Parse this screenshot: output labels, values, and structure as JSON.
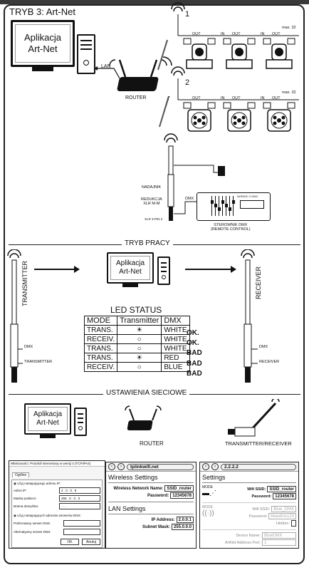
{
  "title": "TRYB 3: Art-Net",
  "app_label": "Aplikacja\nArt-Net",
  "lan_label": "LAN",
  "router_label": "ROUTER",
  "chain_numbers": [
    "1",
    "2"
  ],
  "out_label": "OUT",
  "in_label": "IN",
  "max_label": "max. 32",
  "transmitter_notes": [
    "NADAJNIK",
    "REDUKCJA\nXLR M-M",
    "XLR 3-PIN 2"
  ],
  "dmx_label": "DMX",
  "controller_label": "STEROWNIK DMX\n(REMOTE CONTROL)",
  "controller_brand": "NORDIC 2 DMX",
  "section_tryb": "TRYB PRACY",
  "transmitter_vertical": "TRANSMITTER",
  "receiver_vertical": "RECEIVER",
  "led_status": {
    "title": "LED STATUS",
    "headers": [
      "MODE",
      "Transmitter",
      "DMX"
    ],
    "rows": [
      {
        "mode": "TRANS.",
        "icon": "sun",
        "dmx": "WHITE",
        "status": "OK."
      },
      {
        "mode": "RECEIV.",
        "icon": "ring",
        "dmx": "WHITE",
        "status": "OK."
      },
      {
        "mode": "TRANS.",
        "icon": "ring",
        "dmx": "WHITE",
        "status": "BAD"
      },
      {
        "mode": "TRANS.",
        "icon": "sun",
        "dmx": "RED",
        "status": "BAD"
      },
      {
        "mode": "RECEIV.",
        "icon": "ring",
        "dmx": "BLUE",
        "status": "BAD"
      }
    ]
  },
  "section_ustawienia": "USTAWIENIA SIECIOWE",
  "transmitter_receiver_label": "TRANSMITTER/RECEIVER",
  "ip_dialog": {
    "title": "Właściwości: Protokół internetowy w wersji 4 (TCP/IPv4)",
    "tab": "Ogólne",
    "use_ip": "Użyj następującego adresu IP:",
    "ip_address": "Adres IP:",
    "ip_value": "2 . 0 . 0 . 8",
    "subnet": "Maska podsieci:",
    "subnet_value": "255 . 0 . 0 . 0",
    "gateway": "Brama domyślna:",
    "gateway_value": ". . .",
    "use_dns": "Użyj następujących adresów serwerów DNS:",
    "pref_dns": "Preferowany serwer DNS:",
    "alt_dns": "Alternatywny serwer DNS:",
    "ok": "OK",
    "cancel": "Anuluj"
  },
  "router_page": {
    "url": "tplinkwifi.net",
    "wireless_title": "Wireless Settings",
    "network_name_label": "Wireless Network Name:",
    "network_name": "SSID_router",
    "password_label": "Password:",
    "password": "12345678",
    "lan_title": "LAN Settings",
    "ip_label": "IP Address:",
    "ip": "2.0.0.1",
    "mask_label": "Subnet Mask:",
    "mask": "255.0.0.0"
  },
  "device_page": {
    "url": "2.2.2.2",
    "settings_title": "Settings",
    "mode_label": "MODE",
    "wifi_ssid_label": "Wifi SSID:",
    "wifi_ssid": "SSID_router",
    "password_label": "Password:",
    "password": "12345678",
    "mode2_label": "MODE",
    "wifi_ssid2": "Blue_DMX",
    "password2": "bluedmx123",
    "hidden_label": "Hidden:",
    "device_name_label": "Device Name:",
    "device_name": "BlueDMX",
    "artnet_port_label": "ArtNet Address Port:",
    "artnet_port": "1"
  }
}
